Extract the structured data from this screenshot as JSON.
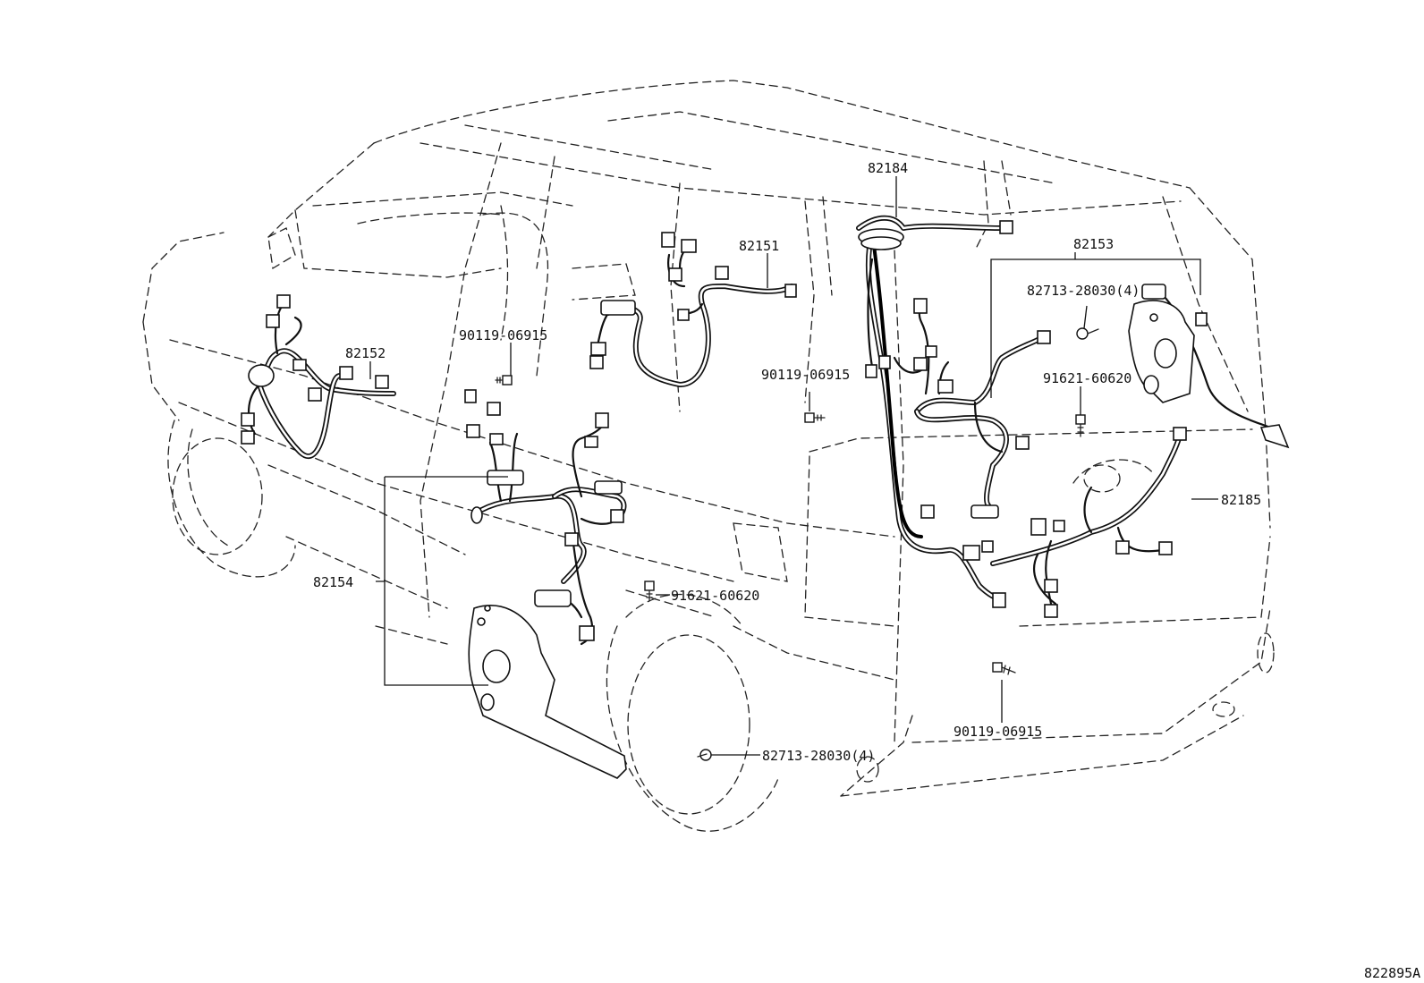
{
  "labels": {
    "part_82184": "82184",
    "part_82151": "82151",
    "part_82153": "82153",
    "part_82152": "82152",
    "part_82154": "82154",
    "part_82185": "82185",
    "bolt_upper_left": "90119-06915",
    "bolt_center": "90119-06915",
    "bolt_lower_rear": "90119-06915",
    "clip_rear_upper": "82713-28030(4)",
    "clip_lower": "82713-28030(4)",
    "screw_rear": "91621-60620",
    "screw_center": "91621-60620"
  },
  "diagram_id": "822895A"
}
